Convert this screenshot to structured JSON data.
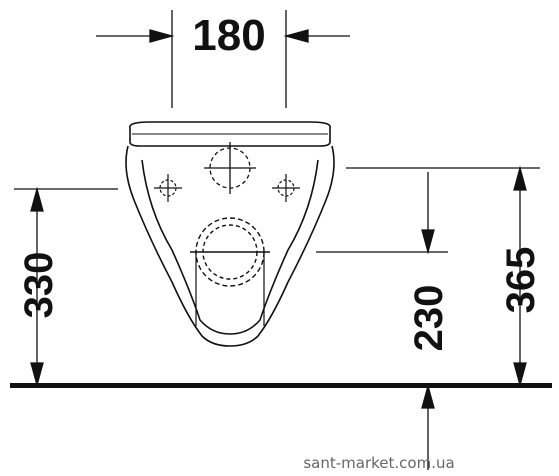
{
  "dimensions": {
    "width_top": "180",
    "height_left": "330",
    "height_mid": "230",
    "height_right": "365"
  },
  "watermark": "sant-market.com.ua",
  "colors": {
    "line": "#111111",
    "background": "#ffffff",
    "watermark": "#666666"
  }
}
